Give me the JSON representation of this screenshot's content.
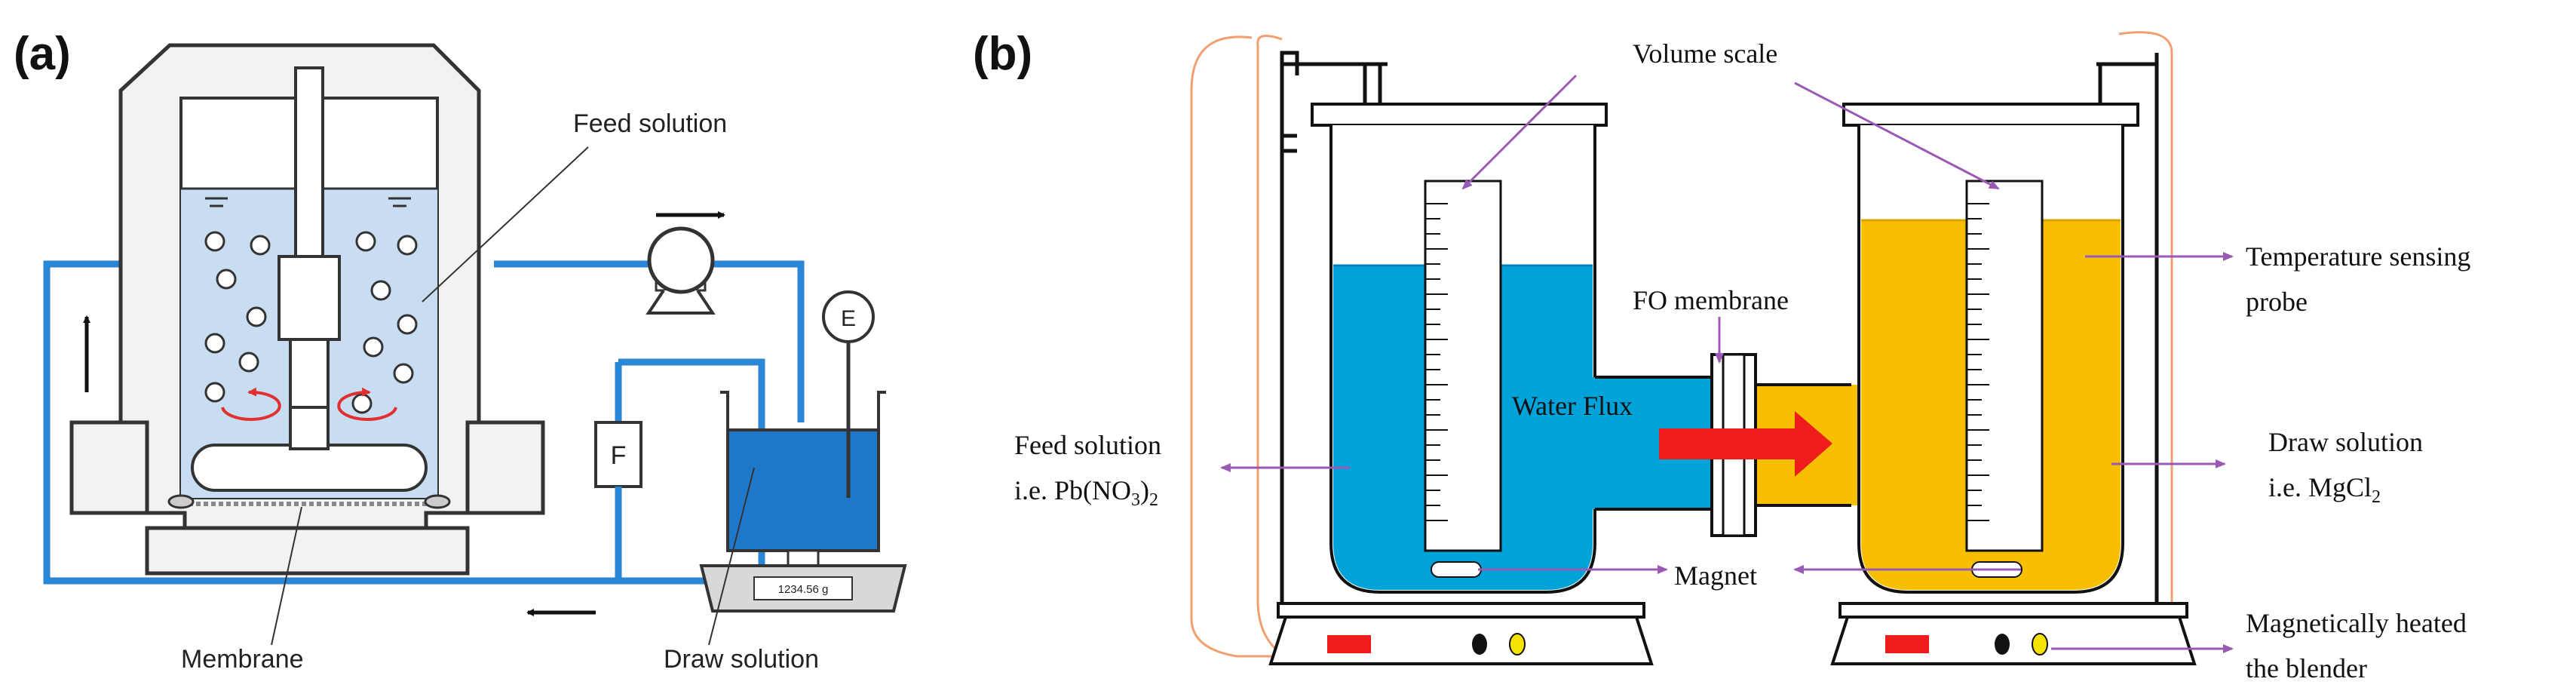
{
  "panel_a": {
    "label": "(a)",
    "labels": {
      "feed_solution": "Feed solution",
      "membrane": "Membrane",
      "draw_solution": "Draw solution",
      "flowmeter": "F",
      "meter": "E",
      "scale_reading": "1234.56 g"
    },
    "colors": {
      "tubing": "#2a86d6",
      "feed": "#c8ddf2",
      "draw_fill": "#1f77c9",
      "rotation_arrows": "#e03030"
    }
  },
  "panel_b": {
    "label": "(b)",
    "labels": {
      "volume_scale": "Volume scale",
      "fo_membrane": "FO membrane",
      "water_flux": "Water Flux",
      "temperature_line1": "Temperature sensing",
      "temperature_line2": "probe",
      "feed_line1": "Feed solution",
      "feed_line2_prefix": "i.e. Pb(NO",
      "feed_line2_sub1": "3",
      "feed_line2_mid": ")",
      "feed_line2_sub2": "2",
      "draw_line1": "Draw solution",
      "draw_line2_prefix": "i.e. MgCl",
      "draw_line2_sub": "2",
      "magnet": "Magnet",
      "heater_line1": "Magnetically heated",
      "heater_line2": "the blender"
    },
    "colors": {
      "feed": "#00a3d9",
      "draw": "#f8be00",
      "callouts": "#9b59b6",
      "flux_arrow": "#ee1c1c",
      "outline": "#f0a070"
    }
  }
}
